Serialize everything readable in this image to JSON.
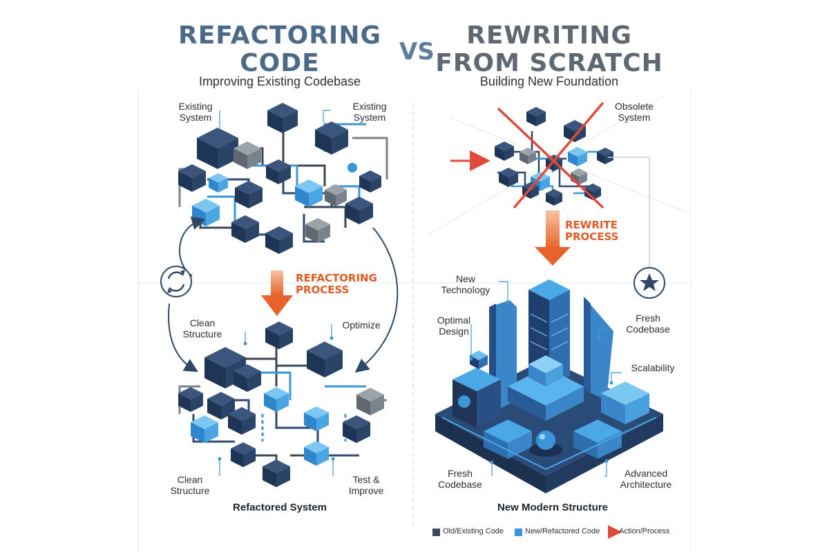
{
  "left": {
    "title_line1": "REFACTORING",
    "title_line2": "CODE",
    "subtitle": "Improving Existing Codebase",
    "labels": {
      "existing_a": "Existing System",
      "existing_b": "Existing System",
      "clean_top": "Clean Structure",
      "optimize": "Optimize",
      "clean_bottom": "Clean Structure",
      "test_improve": "Test & Improve"
    },
    "process_line1": "REFACTORING",
    "process_line2": "PROCESS",
    "caption": "Refactored System"
  },
  "vs": "VS",
  "right": {
    "title_line1": "REWRITING",
    "title_line2": "FROM SCRATCH",
    "subtitle": "Building New Foundation",
    "labels": {
      "obsolete": "Obsolete System",
      "new_tech": "New Technology",
      "optimal": "Optimal Design",
      "fresh_top": "Fresh Codebase",
      "scalability": "Scalability",
      "fresh_bottom": "Fresh Codebase",
      "advanced": "Advanced Architecture"
    },
    "process_line1": "REWRITE",
    "process_line2": "PROCESS",
    "caption": "New Modern Structure"
  },
  "legend": {
    "old": "Old/Existing Code",
    "new": "New/Refactored Code",
    "action": "Action/Process"
  },
  "colors": {
    "navy": "#1f3556",
    "grey": "#6b737b",
    "blue": "#3a96d8",
    "orange": "#e8632a",
    "red": "#e04a36"
  }
}
